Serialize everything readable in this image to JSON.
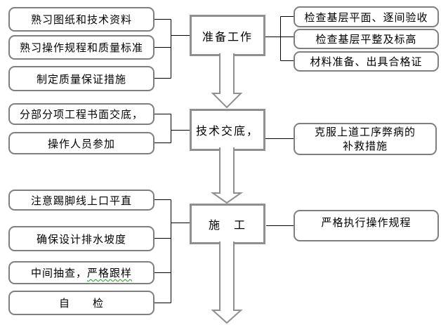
{
  "flowchart": {
    "stages": [
      "准备工作",
      "技术交底，",
      "施　工"
    ],
    "boxes": {
      "prep_in_1": "熟习图纸和技术资料",
      "prep_in_2": "熟习操作规程和质量标准",
      "prep_in_3": "制定质量保证措施",
      "stage_prep": "准备工作",
      "prep_out_1": "检查基层平面、逐间验收",
      "prep_out_2": "检查基层平整及标高",
      "prep_out_3": "材料准备、出具合格证",
      "disclose_in_1": "分部分项工程书面交底，",
      "disclose_in_2": "操作人员参加",
      "stage_disclose": "技术交底，",
      "disclose_out_line1": "克服上道工序弊病的",
      "disclose_out_line2": "补救措施",
      "constr_in_1": "注意踢脚线上口平直",
      "constr_in_2": "确保设计排水坡度",
      "constr_in_3_prefix": "中间抽查，",
      "constr_in_3_marked": "严格跟样",
      "constr_in_4": "自　　检",
      "stage_constr": "施　工",
      "constr_out_1": "严格执行操作规程"
    },
    "colors": {
      "rounded_box_border": "#7f7f7f",
      "stage_box_border": "#8f8f8f",
      "arrow_outline": "#8f8f8f",
      "connector_line": "#000000",
      "text": "#000000",
      "spellcheck_underline": "#1e9e1e",
      "background": "#ffffff"
    },
    "arrow_icons": [
      "down-arrow",
      "down-arrow",
      "down-arrow"
    ]
  }
}
